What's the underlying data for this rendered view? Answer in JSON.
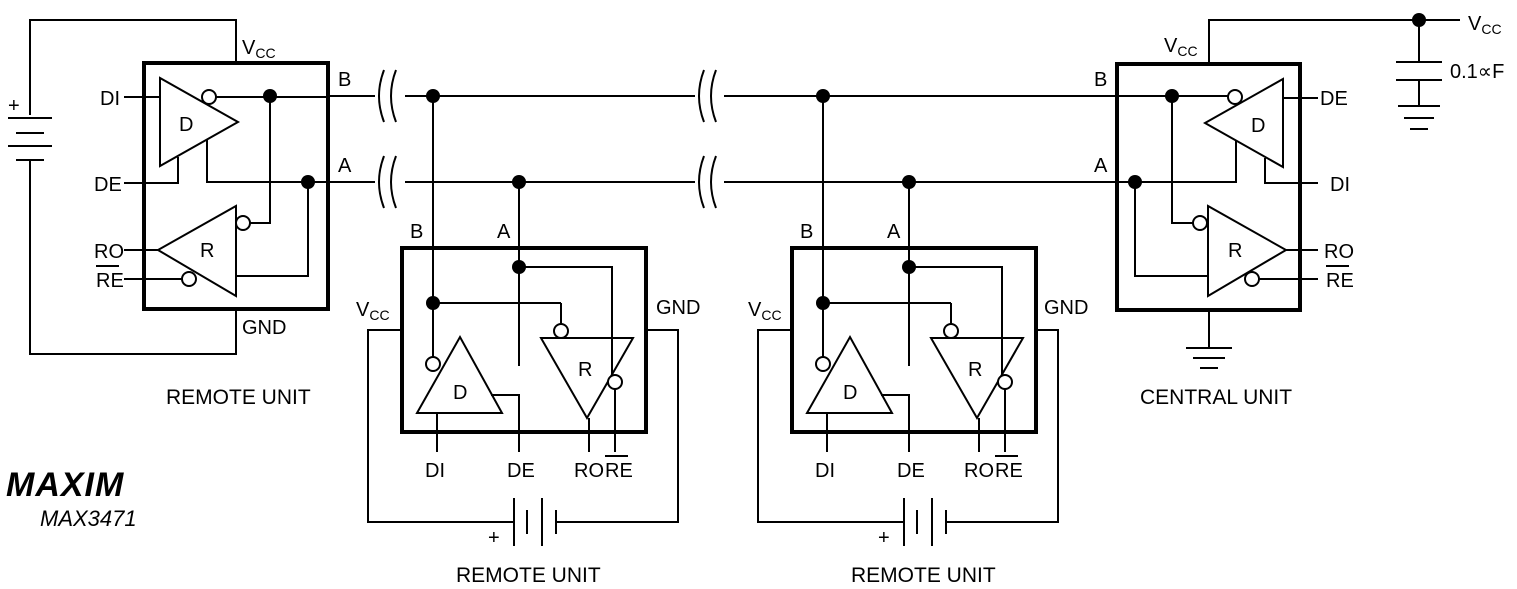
{
  "labels": {
    "vcc_v": "V",
    "vcc_sub": "CC",
    "gnd": "GND",
    "di": "DI",
    "de": "DE",
    "ro": "RO",
    "re": "RE",
    "bus_a": "A",
    "bus_b": "B",
    "driver": "D",
    "receiver": "R",
    "plus": "+",
    "capacitor": "0.1∝F"
  },
  "units": {
    "remote": "REMOTE UNIT",
    "central": "CENTRAL UNIT"
  },
  "brand": {
    "logo": "MAXIM",
    "part": "MAX3471"
  }
}
